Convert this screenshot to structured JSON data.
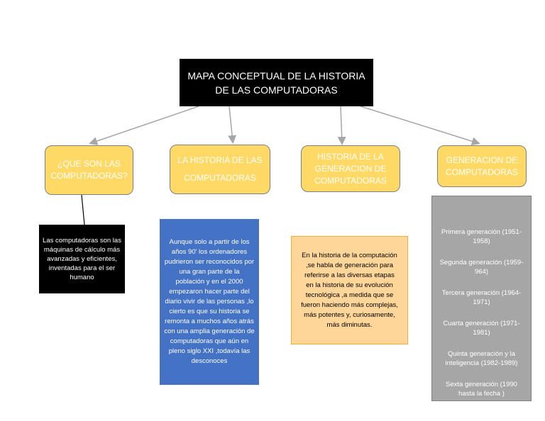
{
  "title": "MAPA CONCEPTUAL DE LA HISTORIA DE LAS COMPUTADORAS",
  "categories": [
    {
      "label": "¿QUE SON LAS COMPUTADORAS?"
    },
    {
      "label": "LA HISTORIA DE LAS COMPUTADORAS"
    },
    {
      "label": "HISTORIA DE LA GENERACION DE COMPUTADORAS"
    },
    {
      "label": "GENERACION DE COMPUTADORAS"
    }
  ],
  "details": {
    "que_son": "Las computadoras son las máquinas de cálculo más avanzadas y eficientes, inventadas para el ser humano",
    "historia": "Aunque solo a partir de los años 90' los ordenadores pudrieron ser reconocidos por una gran parte de la población y en el 2000 empezaron hacer parte del diario vivir de las personas ,lo cierto es que su historia se remonta a muchos años atrás con una amplia generación de computadoras que aún en pleno siglo XXI ,todavía las desconoces",
    "historia_generacion": "En la historia de la computación ,se habla de generación para referirse a las diversas etapas en la historia de su evolución tecnológica ,a medida que se fueron haciendo más complejas, más potentes y, curiosamente, más diminutas.",
    "generaciones": [
      "Primera generación (1951-1958)",
      "Segunda generación (1959-964)",
      "Tercera generación (1964-1971)",
      "Cuarta generación (1971-1981)",
      "Quinta generación  y la inteligencia (1982-1989)",
      "Sexta generación (1990 hasta la fecha )"
    ]
  },
  "colors": {
    "title_bg": "#000000",
    "category_bg": "#ffd966",
    "historia_bg": "#4472c4",
    "historia_generacion_bg": "#ffd699",
    "generaciones_bg": "#a6a6a6"
  }
}
